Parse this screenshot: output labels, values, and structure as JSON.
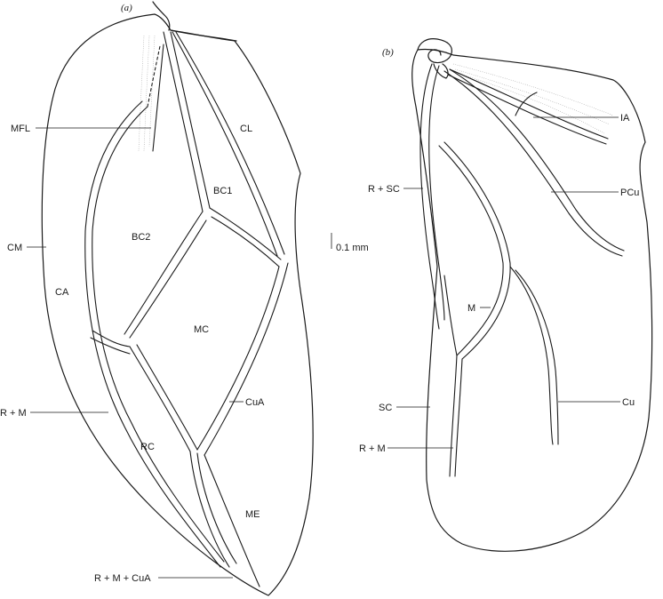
{
  "panels": {
    "a": "(a)",
    "b": "(b)"
  },
  "scale_bar": {
    "label": "0.1 mm"
  },
  "labels_a": {
    "MFL": "MFL",
    "CM": "CM",
    "CA": "CA",
    "R+M": "R + M",
    "R+M+CuA": "R + M + CuA",
    "CL": "CL",
    "BC1": "BC1",
    "BC2": "BC2",
    "MC": "MC",
    "CuA": "CuA",
    "RC": "RC",
    "ME": "ME"
  },
  "labels_b": {
    "IA": "IA",
    "R+SC": "R + SC",
    "PCu": "PCu",
    "M": "M",
    "SC": "SC",
    "Cu": "Cu",
    "R+M": "R + M"
  }
}
